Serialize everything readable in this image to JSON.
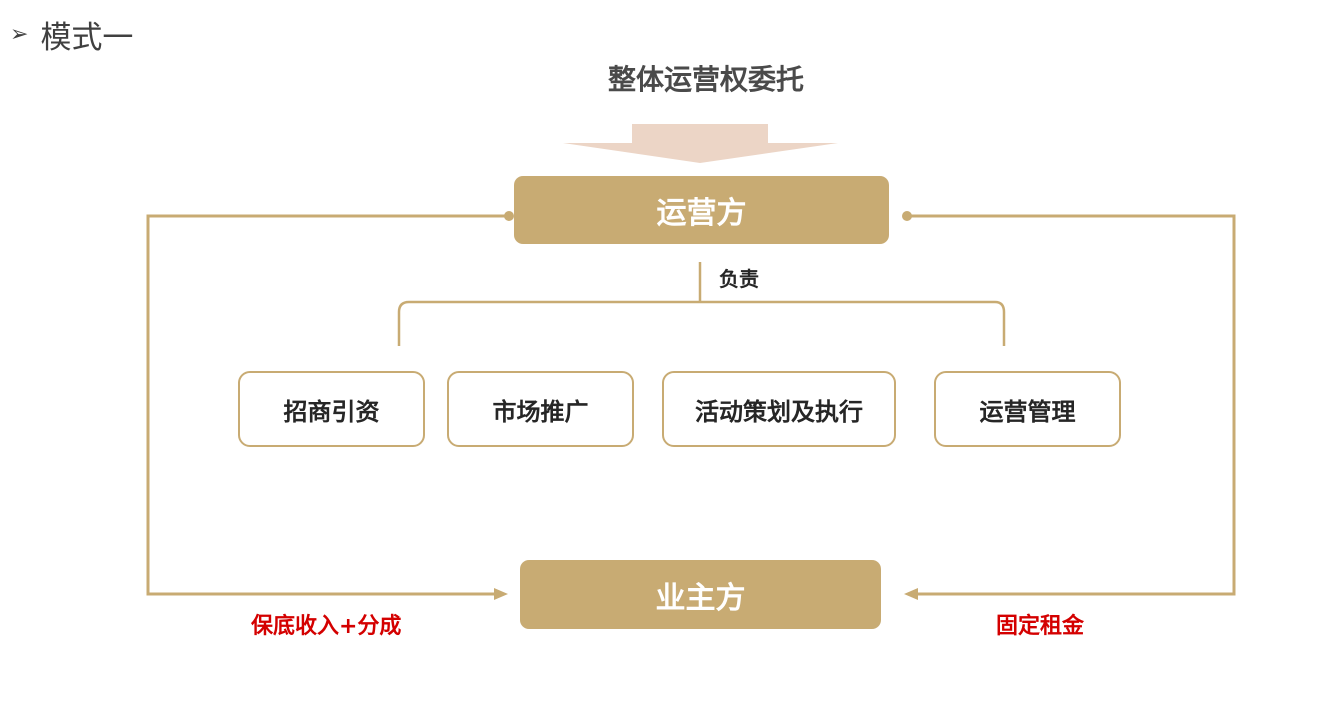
{
  "page": {
    "title": "模式一",
    "bullet_glyph": "➢"
  },
  "diagram": {
    "header": "整体运营权委托",
    "operator": "运营方",
    "responsible_label": "负责",
    "duties": [
      "招商引资",
      "市场推广",
      "活动策划及执行",
      "运营管理"
    ],
    "owner": "业主方",
    "left_flow_label": "保底收入+分成",
    "right_flow_label": "固定租金"
  },
  "colors": {
    "gold": "#c8ab73",
    "arrow_fill": "#ecd5c6",
    "label_red": "#d40000",
    "text_dark": "#262626"
  }
}
